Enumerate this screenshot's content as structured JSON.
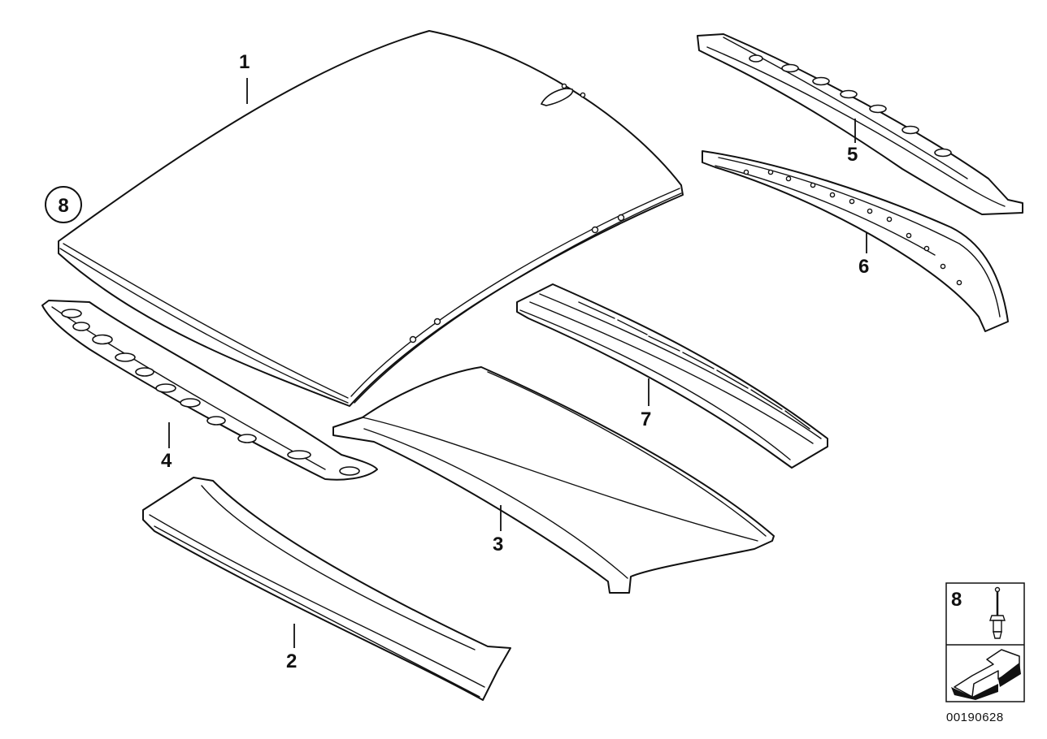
{
  "callouts": {
    "p1": "1",
    "p2": "2",
    "p3": "3",
    "p4": "4",
    "p5": "5",
    "p6": "6",
    "p7": "7",
    "p8": "8"
  },
  "legend": {
    "item_number": "8"
  },
  "reference_code": "00190628"
}
